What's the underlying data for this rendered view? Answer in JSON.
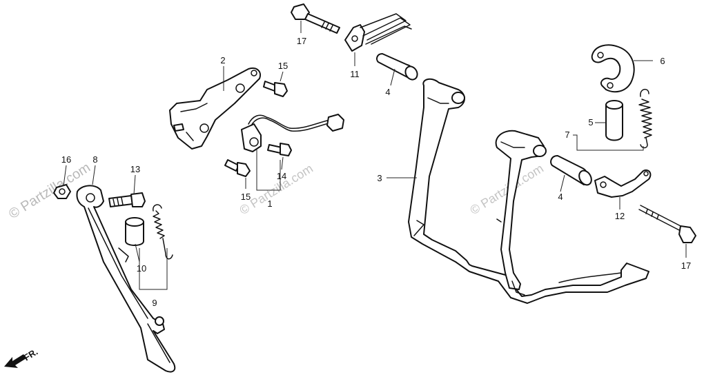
{
  "watermark": {
    "left": "© Partzilla.com",
    "center": "© Partzilla.com",
    "right": "© Partzilla.com"
  },
  "front_indicator": "FR.",
  "callouts": [
    {
      "id": "c1",
      "text": "1"
    },
    {
      "id": "c2",
      "text": "2"
    },
    {
      "id": "c3",
      "text": "3"
    },
    {
      "id": "c4a",
      "text": "4"
    },
    {
      "id": "c4b",
      "text": "4"
    },
    {
      "id": "c5",
      "text": "5"
    },
    {
      "id": "c6",
      "text": "6"
    },
    {
      "id": "c7",
      "text": "7"
    },
    {
      "id": "c8",
      "text": "8"
    },
    {
      "id": "c9",
      "text": "9"
    },
    {
      "id": "c10",
      "text": "10"
    },
    {
      "id": "c11",
      "text": "11"
    },
    {
      "id": "c12",
      "text": "12"
    },
    {
      "id": "c13",
      "text": "13"
    },
    {
      "id": "c14",
      "text": "14"
    },
    {
      "id": "c15a",
      "text": "15"
    },
    {
      "id": "c15b",
      "text": "15"
    },
    {
      "id": "c16",
      "text": "16"
    },
    {
      "id": "c17a",
      "text": "17"
    },
    {
      "id": "c17b",
      "text": "17"
    }
  ],
  "colors": {
    "line": "#111111",
    "watermark": "#b9b9b9",
    "background": "#ffffff"
  }
}
